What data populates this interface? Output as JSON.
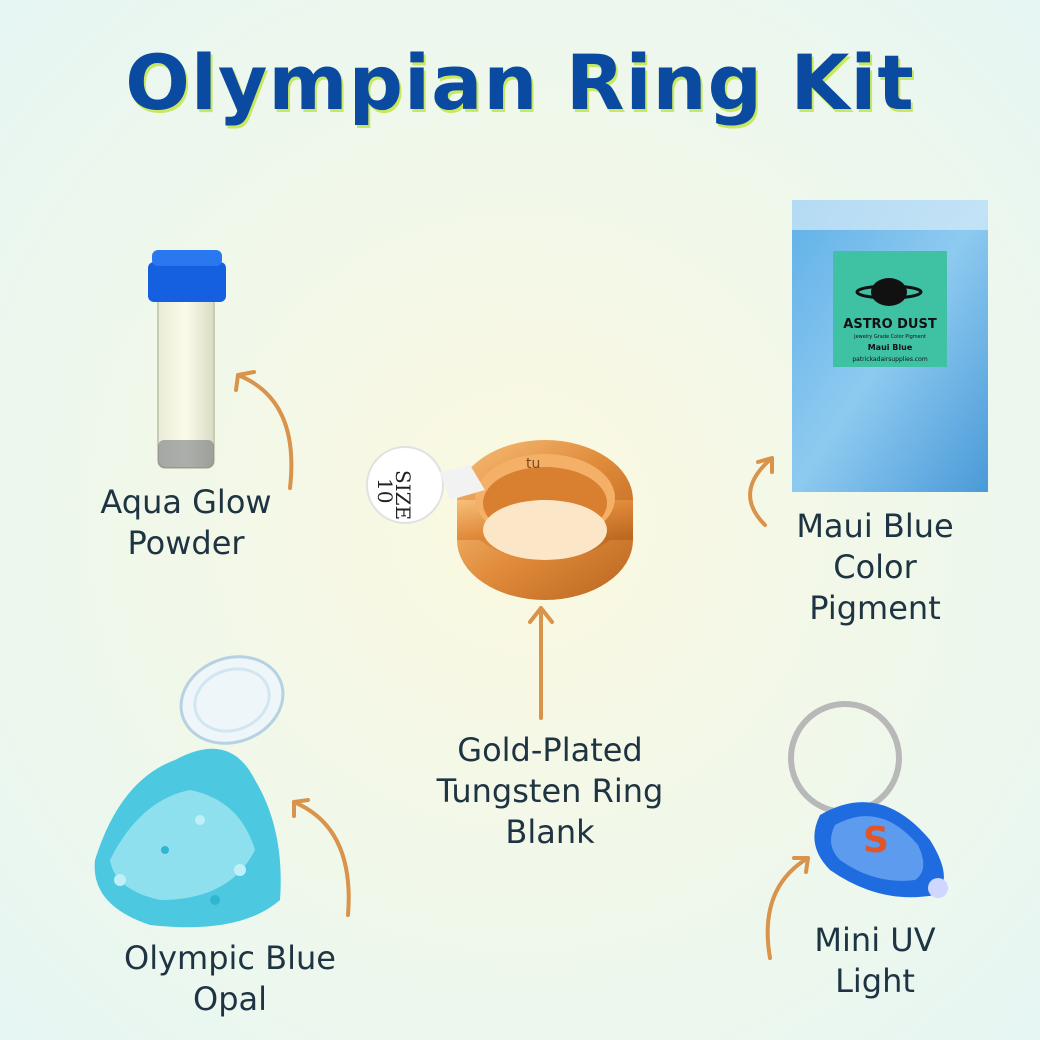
{
  "title": "Olympian Ring Kit",
  "accent_color": "#0a4aa0",
  "arrow_color": "#d9934a",
  "items": {
    "aqua_glow": {
      "line1": "Aqua Glow",
      "line2": "Powder"
    },
    "ring_blank": {
      "line1": "Gold-Plated",
      "line2": "Tungsten Ring",
      "line3": "Blank"
    },
    "maui_blue": {
      "line1": "Maui Blue",
      "line2": "Color",
      "line3": "Pigment"
    },
    "opal": {
      "line1": "Olympic Blue",
      "line2": "Opal"
    },
    "uv_light": {
      "line1": "Mini UV",
      "line2": "Light"
    }
  },
  "ring_tag": {
    "line1": "SIZE",
    "line2": "10"
  },
  "ring_engraving": "tu",
  "pigment_bag": {
    "brand": "ASTRO DUST",
    "tagline": "Jewelry Grade Color Pigment",
    "product": "Maui Blue",
    "website": "patrickadairsupplies.com"
  },
  "uv_light_logo": "S"
}
